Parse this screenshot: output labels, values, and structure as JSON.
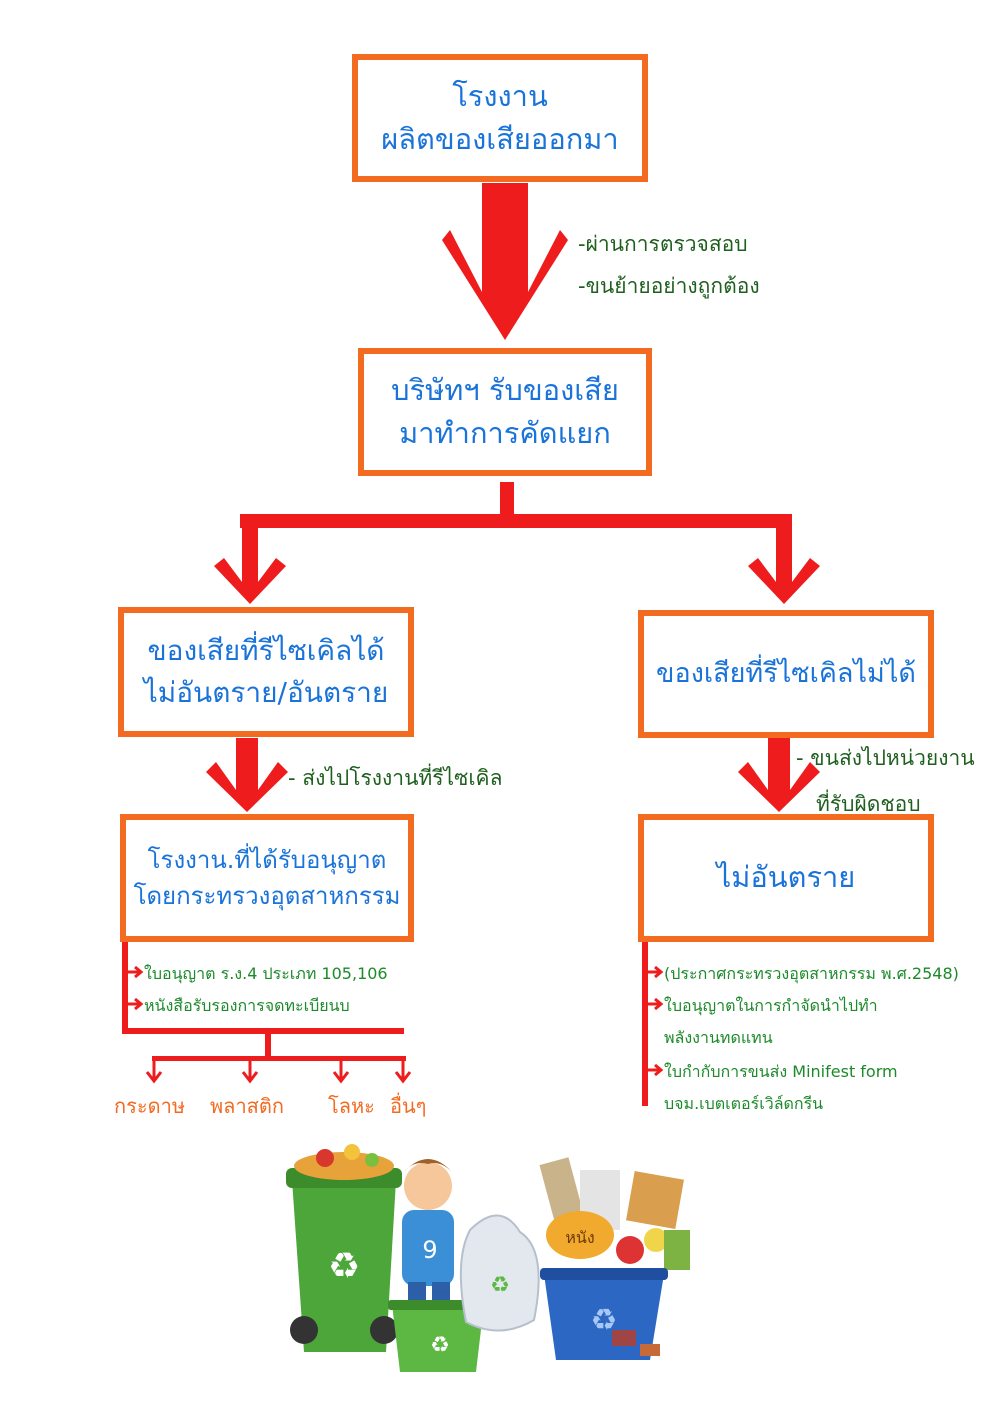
{
  "colors": {
    "box_border": "#f26b21",
    "box_text": "#1a73d9",
    "arrow": "#ee1c1c",
    "note_text": "#1e5f1e",
    "list_text": "#1c8a2a",
    "category_text": "#f26b21"
  },
  "top_box": {
    "line1": "โรงงาน",
    "line2": "ผลิตของเสียออกมา"
  },
  "notes_top": {
    "line1": "-ผ่านการตรวจสอบ",
    "line2": "-ขนย้ายอย่างถูกต้อง"
  },
  "middle_box": {
    "line1": "บริษัทฯ รับของเสีย",
    "line2": "มาทำการคัดแยก"
  },
  "left_box": {
    "line1": "ของเสียที่รีไซเคิลได้",
    "line2": "ไม่อันตราย/อันตราย"
  },
  "right_box": {
    "line1": "ของเสียที่รีไซเคิลไม่ได้"
  },
  "left_note": "-  ส่งไปโรงงานที่รีไซเคิล",
  "right_note": {
    "line1": "-  ขนส่งไปหน่วยงาน",
    "line2": "ที่รับผิดชอบ"
  },
  "left_bottom_box": {
    "line1": "โรงงาน.ที่ได้รับอนุญาต",
    "line2": "โดยกระทรวงอุตสาหกรรม"
  },
  "right_bottom_box": {
    "line1": "ไม่อันตราย"
  },
  "left_list": [
    "ใบอนุญาต ร.ง.4 ประเภท 105,106",
    "หนังสือรับรองการจดทะเบียนบ"
  ],
  "right_list": [
    "(ประกาศกระทรวงอุตสาหกรรม พ.ศ.2548)",
    "ใบอนุญาตในการกำจัดนำไปทำ",
    "พลังงานทดแทน",
    "ใบกำกับการขนส่ง Minifest form",
    "บจม.เบตเตอร์เวิล์ดกรีน"
  ],
  "categories": [
    "กระดาษ",
    "พลาสติก",
    "โลหะ",
    "อื่นๆ"
  ],
  "illustration": {
    "bin_symbol": "♻",
    "kid_shirt": "9",
    "basket_text": "หนัง"
  }
}
